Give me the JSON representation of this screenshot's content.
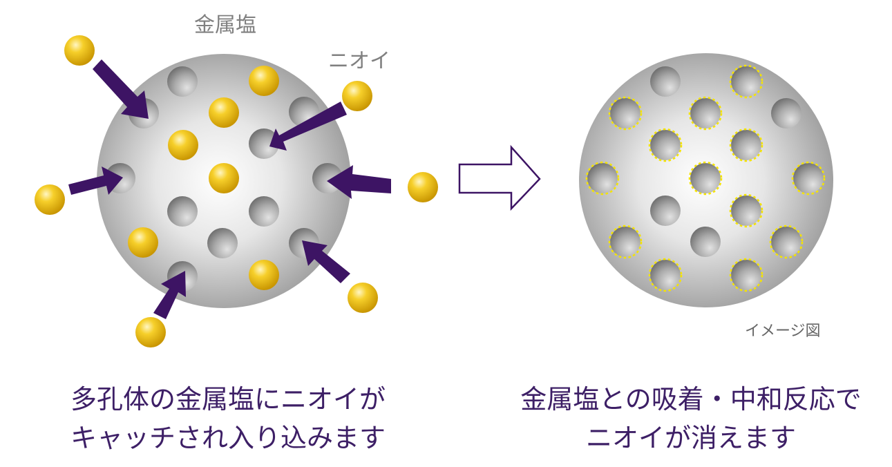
{
  "labels": {
    "metal_salt": "金属塩",
    "odor": "ニオイ",
    "image_note": "イメージ図"
  },
  "captions": {
    "left_line1": "多孔体の金属塩にニオイが",
    "left_line2": "キャッチされ入り込みます",
    "right_line1": "金属塩との吸着・中和反応で",
    "right_line2": "ニオイが消えます"
  },
  "colors": {
    "arrow": "#3d1464",
    "odor_ball": "#f2c21b",
    "dashed_ring": "#f5e400",
    "caption_text": "#3d1f66",
    "label_text": "#808080"
  },
  "icons": {
    "process_arrow": "outline-right-arrow-icon"
  }
}
